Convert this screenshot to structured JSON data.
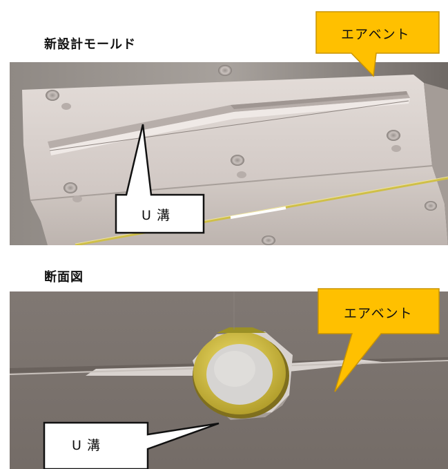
{
  "top_section": {
    "heading": "新設計モールド",
    "air_vent_label": "エアベント",
    "u_groove_label": "U 溝"
  },
  "bottom_section": {
    "heading": "断面図",
    "air_vent_label": "エアベント",
    "u_groove_label": "U 溝"
  },
  "colors": {
    "callout_fill": "#ffc000",
    "callout_stroke": "#c99400",
    "mold_background": "#7a726d",
    "mold_surface": "#d2cac6",
    "cable_yellow": "#d8c64a"
  }
}
